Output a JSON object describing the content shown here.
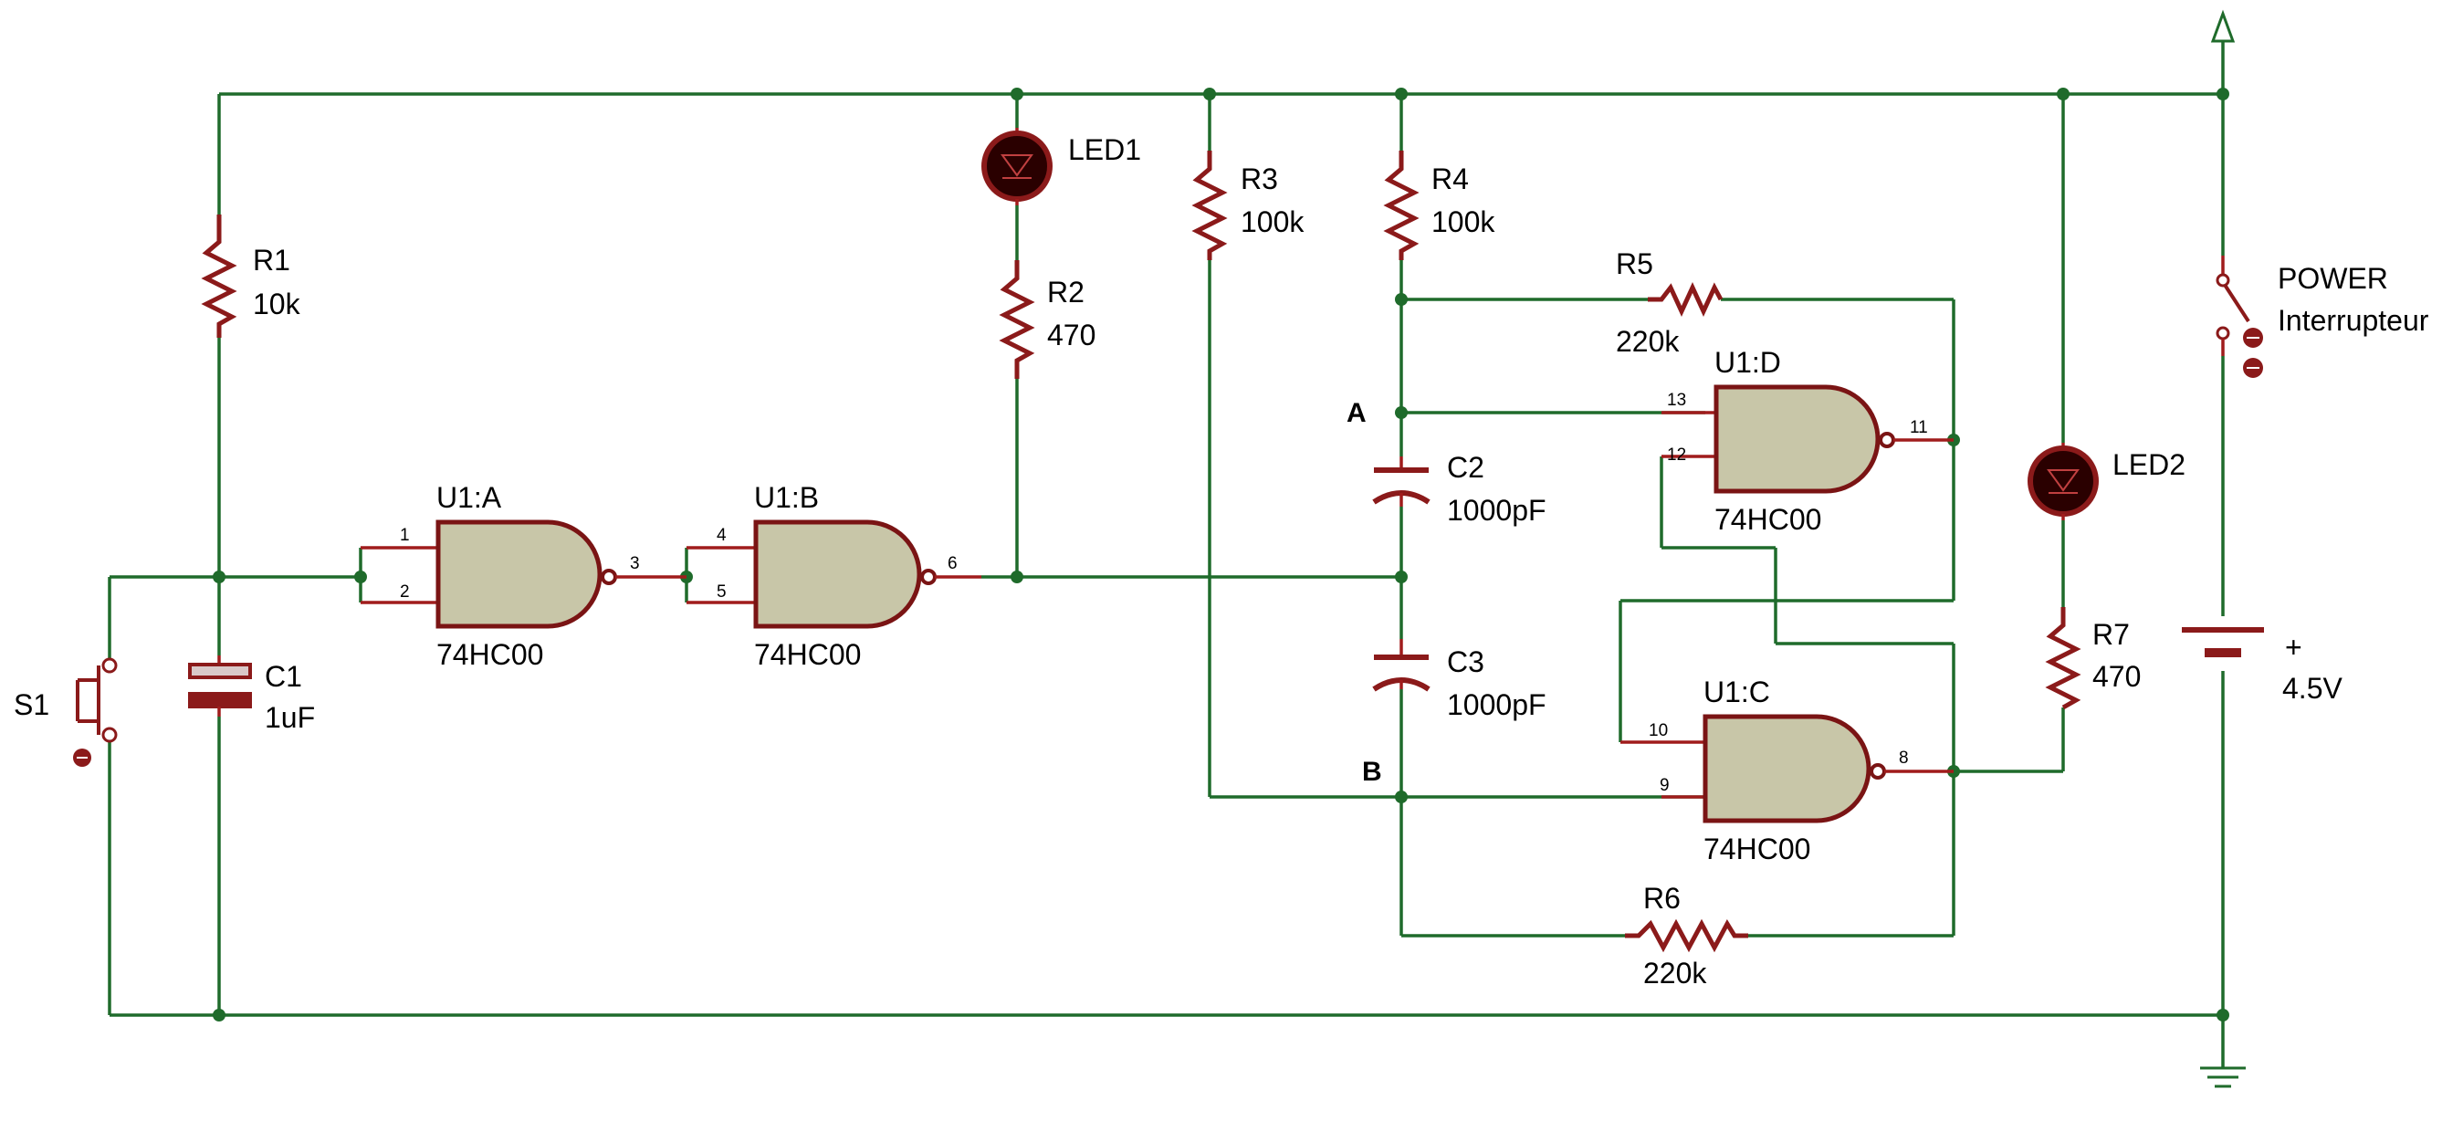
{
  "colors": {
    "wire": "#1f6b2b",
    "component": "#8b1a1a",
    "gate_fill": "#c8c6a8",
    "led_fill": "#2a0000"
  },
  "components": {
    "R1": {
      "ref": "R1",
      "value": "10k"
    },
    "R2": {
      "ref": "R2",
      "value": "470"
    },
    "R3": {
      "ref": "R3",
      "value": "100k"
    },
    "R4": {
      "ref": "R4",
      "value": "100k"
    },
    "R5": {
      "ref": "R5",
      "value": "220k"
    },
    "R6": {
      "ref": "R6",
      "value": "220k"
    },
    "R7": {
      "ref": "R7",
      "value": "470"
    },
    "C1": {
      "ref": "C1",
      "value": "1uF"
    },
    "C2": {
      "ref": "C2",
      "value": "1000pF"
    },
    "C3": {
      "ref": "C3",
      "value": "1000pF"
    },
    "LED1": {
      "ref": "LED1"
    },
    "LED2": {
      "ref": "LED2"
    },
    "S1": {
      "ref": "S1"
    },
    "POWER": {
      "ref": "POWER",
      "value": "Interrupteur"
    },
    "BAT": {
      "polarity": "+",
      "value": "4.5V"
    }
  },
  "gates": {
    "A": {
      "ref": "U1:A",
      "part": "74HC00",
      "in1": "1",
      "in2": "2",
      "out": "3"
    },
    "B": {
      "ref": "U1:B",
      "part": "74HC00",
      "in1": "4",
      "in2": "5",
      "out": "6"
    },
    "C": {
      "ref": "U1:C",
      "part": "74HC00",
      "in1": "10",
      "in2": "9",
      "out": "8"
    },
    "D": {
      "ref": "U1:D",
      "part": "74HC00",
      "in1": "13",
      "in2": "12",
      "out": "11"
    }
  },
  "nodes": {
    "A": "A",
    "B": "B"
  },
  "icons": [
    "power-arrow-icon",
    "ground-icon",
    "led-icon",
    "battery-icon",
    "switch-icon",
    "pushbutton-icon"
  ]
}
